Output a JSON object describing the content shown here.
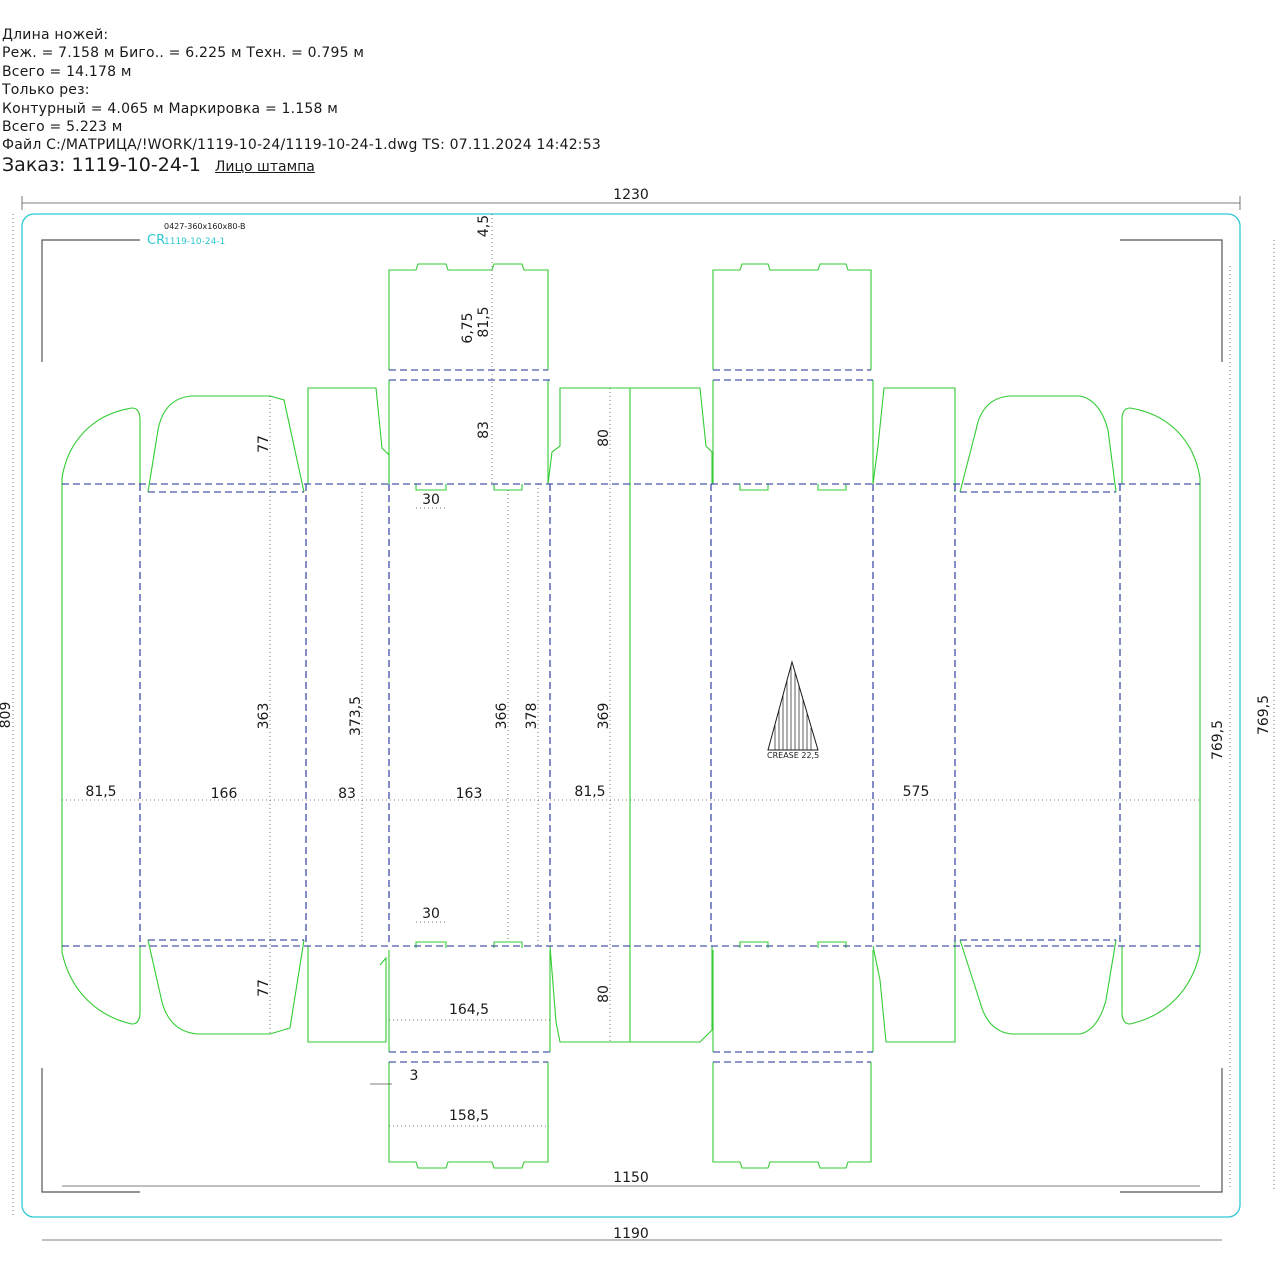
{
  "header": {
    "lines": [
      "Длина ножей:",
      "Реж.   = 7.158 м  Биго.. = 6.225 м  Техн. = 0.795 м",
      "Всего  = 14.178 м",
      "Только рез:",
      "Контурный  = 4.065 м  Маркировка  = 1.158 м",
      "Всего  = 5.223 м",
      "Файл C:/МАТРИЦА/!WORK/1119-10-24/1119-10-24-1.dwg  TS: 07.11.2024  14:42:53"
    ],
    "order_label": "Заказ: 1119-10-24-1",
    "face_label": "Лицо штампа"
  },
  "stamp": {
    "code": "0427-360x160x80-B",
    "order": "1119-10-24-1",
    "mark": "CR"
  },
  "crease_label": "CREASE 22,5",
  "dimensions": {
    "overall_width": "1230",
    "height_left": "809",
    "height_right_outer": "769,5",
    "height_right_inner": "769,5",
    "inner_bottom": "1150",
    "outer_bottom": "1190",
    "top_4_5": "4,5",
    "d_6_75": "6,75",
    "d_81_5_v": "81,5",
    "d_83_v": "83",
    "d_80_top": "80",
    "d_80_bottom": "80",
    "d_77_top": "77",
    "d_77_bottom": "77",
    "d_363": "363",
    "d_373_5": "373,5",
    "d_366": "366",
    "d_378": "378",
    "d_369": "369",
    "d_30_top": "30",
    "d_30_bottom": "30",
    "d_164_5": "164,5",
    "d_3": "3",
    "d_158_5": "158,5",
    "panels": [
      "81,5",
      "166",
      "83",
      "163",
      "81,5",
      "575"
    ]
  },
  "colors": {
    "cut": "#33cc33",
    "crease": "#1f2e99",
    "frame": "#2ec8d4",
    "dim": "#1a1a1a"
  }
}
